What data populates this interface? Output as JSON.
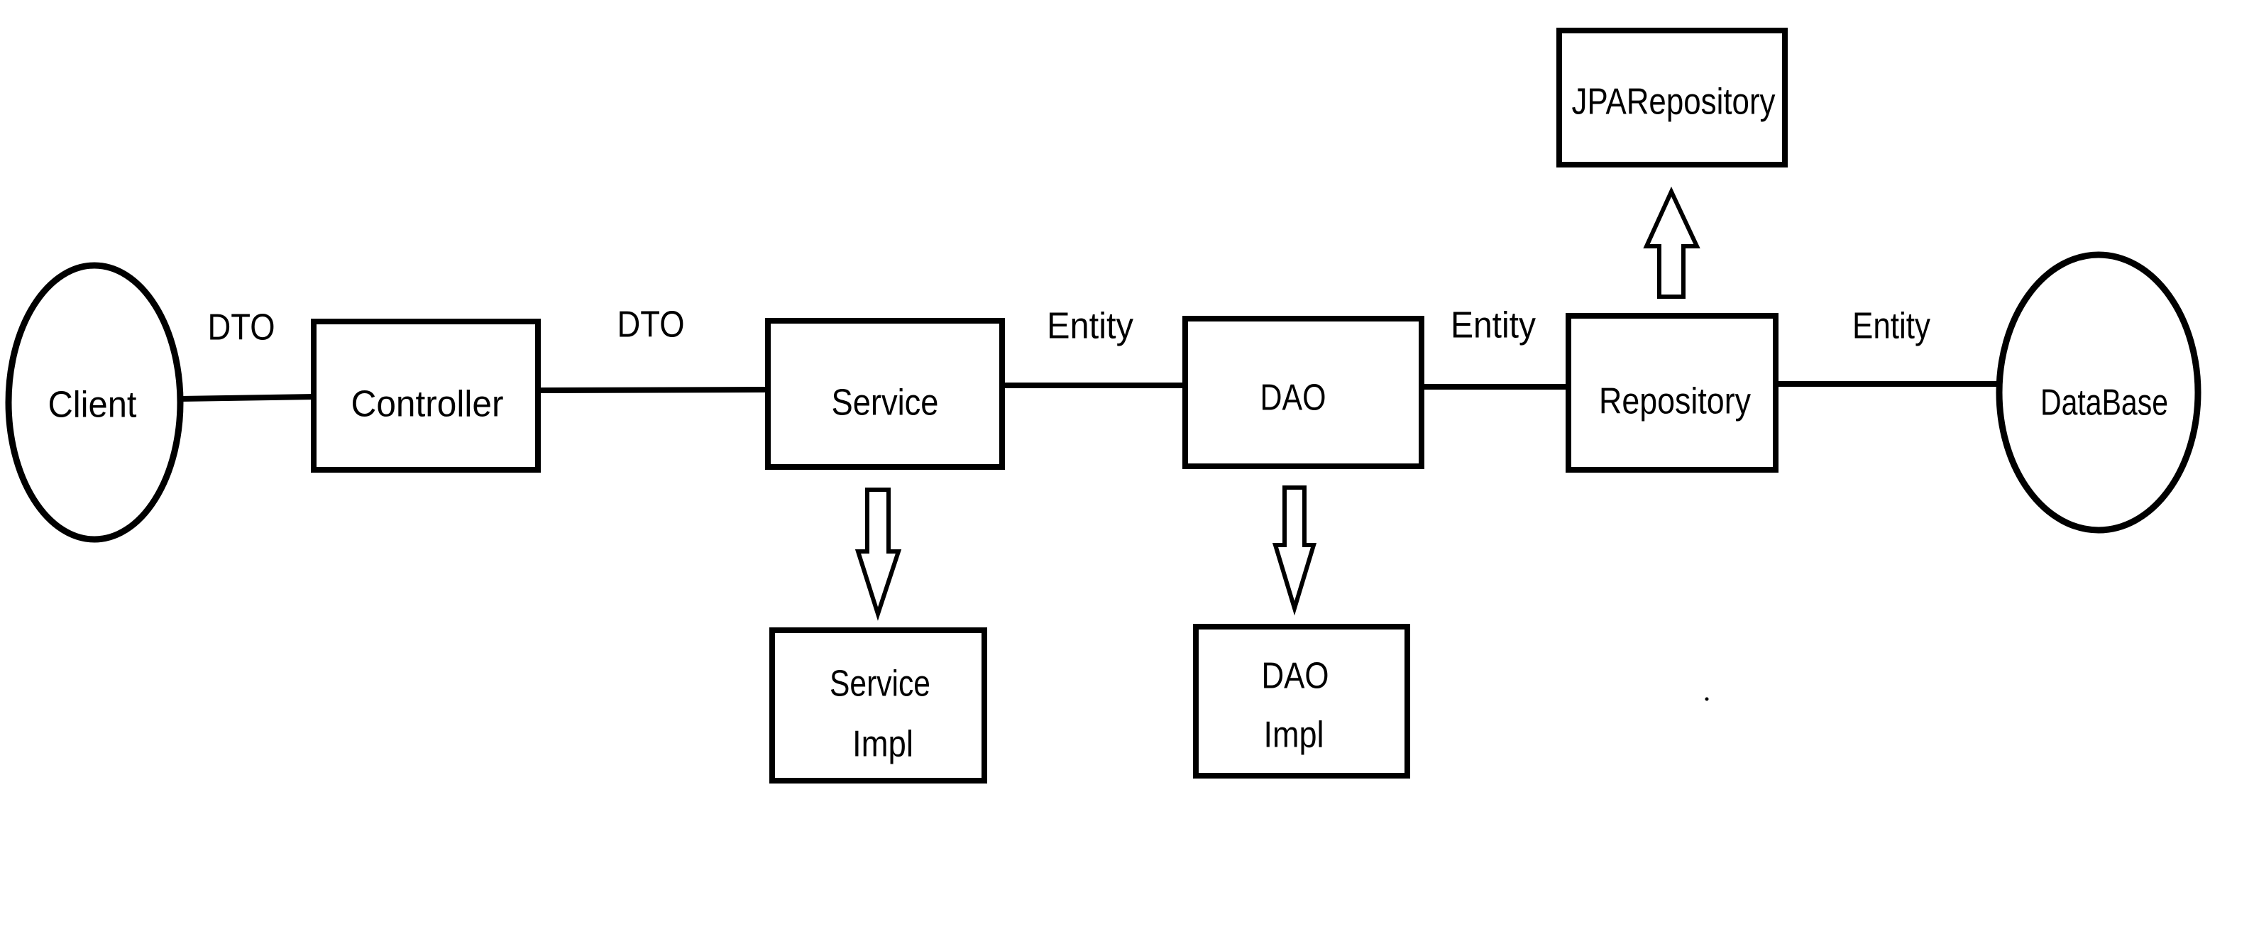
{
  "diagram": {
    "kind": "layered-architecture-diagram",
    "colors": {
      "background": "#ffffff",
      "stroke": "#000000",
      "text": "#000000"
    },
    "nodes": {
      "client": {
        "label": "Client",
        "shape": "ellipse"
      },
      "controller": {
        "label": "Controller",
        "shape": "rect"
      },
      "service": {
        "label": "Service",
        "shape": "rect"
      },
      "service_impl": {
        "label": [
          "Service",
          "Impl"
        ],
        "shape": "rect"
      },
      "dao": {
        "label": "DAO",
        "shape": "rect"
      },
      "dao_impl": {
        "label": [
          "DAO",
          "Impl"
        ],
        "shape": "rect"
      },
      "repository": {
        "label": "Repository",
        "shape": "rect"
      },
      "jpa_repository": {
        "label": "JPARepository",
        "shape": "rect"
      },
      "database": {
        "label": "DataBase",
        "shape": "ellipse"
      }
    },
    "edges": {
      "client_controller": {
        "label": "DTO"
      },
      "controller_service": {
        "label": "DTO"
      },
      "service_dao": {
        "label": "Entity"
      },
      "dao_repository": {
        "label": "Entity"
      },
      "repository_database": {
        "label": "Entity"
      },
      "service_to_service_impl": {
        "type": "block-arrow-down"
      },
      "dao_to_dao_impl": {
        "type": "block-arrow-down"
      },
      "repository_to_jpa_repository": {
        "type": "block-arrow-up"
      }
    }
  }
}
